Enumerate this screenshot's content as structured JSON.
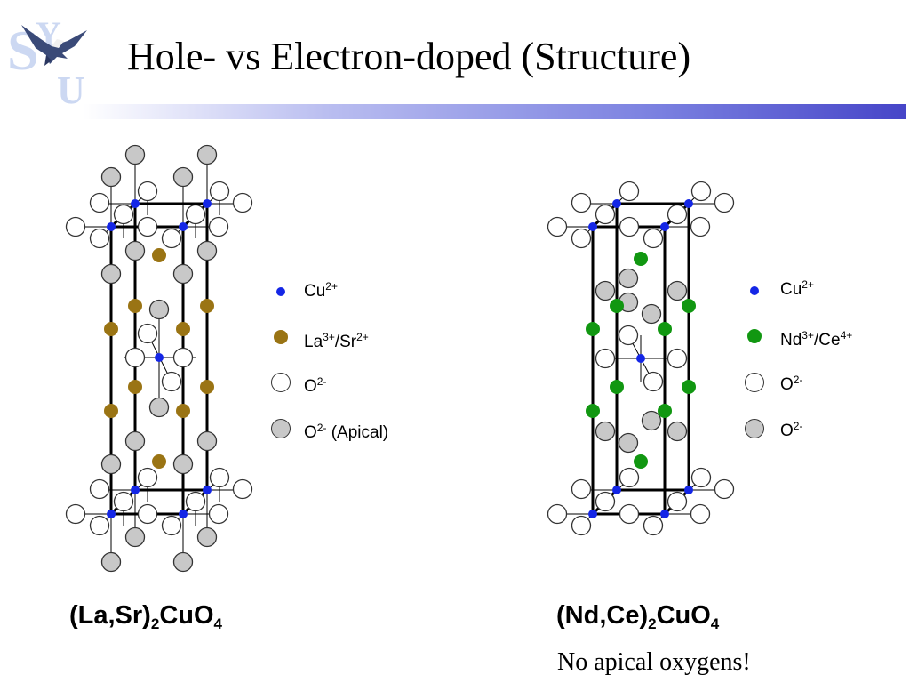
{
  "slide": {
    "title": "Hole- vs Electron-doped (Structure)",
    "logo": {
      "icon": "university-logo-eagle-icon",
      "letters": "YSU",
      "color": "#6f8fd6"
    },
    "accent_bar_colors": [
      "#ffffff",
      "#4645c8"
    ]
  },
  "colors": {
    "cu": "#1426e6",
    "la_sr": "#9a7414",
    "nd_ce": "#119711",
    "oxygen": "#ffffff",
    "apical_oxygen": "#c8c8c8",
    "outline": "#333333"
  },
  "left": {
    "formula_pre": "(La,Sr)",
    "formula_sub1": "2",
    "formula_mid": "CuO",
    "formula_sub2": "4",
    "legend": {
      "cu": {
        "base": "Cu",
        "sup": "2+"
      },
      "cation": {
        "a": "La",
        "a_sup": "3+",
        "sep": "/",
        "b": "Sr",
        "b_sup": "2+"
      },
      "oxygen": {
        "base": "O",
        "sup": "2-"
      },
      "apical": {
        "base": "O",
        "sup": "2-",
        "suffix": " (Apical)"
      }
    }
  },
  "right": {
    "formula_pre": "(Nd,Ce)",
    "formula_sub1": "2",
    "formula_mid": "CuO",
    "formula_sub2": "4",
    "legend": {
      "cu": {
        "base": "Cu",
        "sup": "2+"
      },
      "cation": {
        "a": "Nd",
        "a_sup": "3+",
        "sep": "/",
        "b": "Ce",
        "b_sup": "4+"
      },
      "oxygen": {
        "base": "O",
        "sup": "2-"
      },
      "oxygen_gray": {
        "base": "O",
        "sup": "2-"
      }
    },
    "note": "No apical oxygens!"
  }
}
